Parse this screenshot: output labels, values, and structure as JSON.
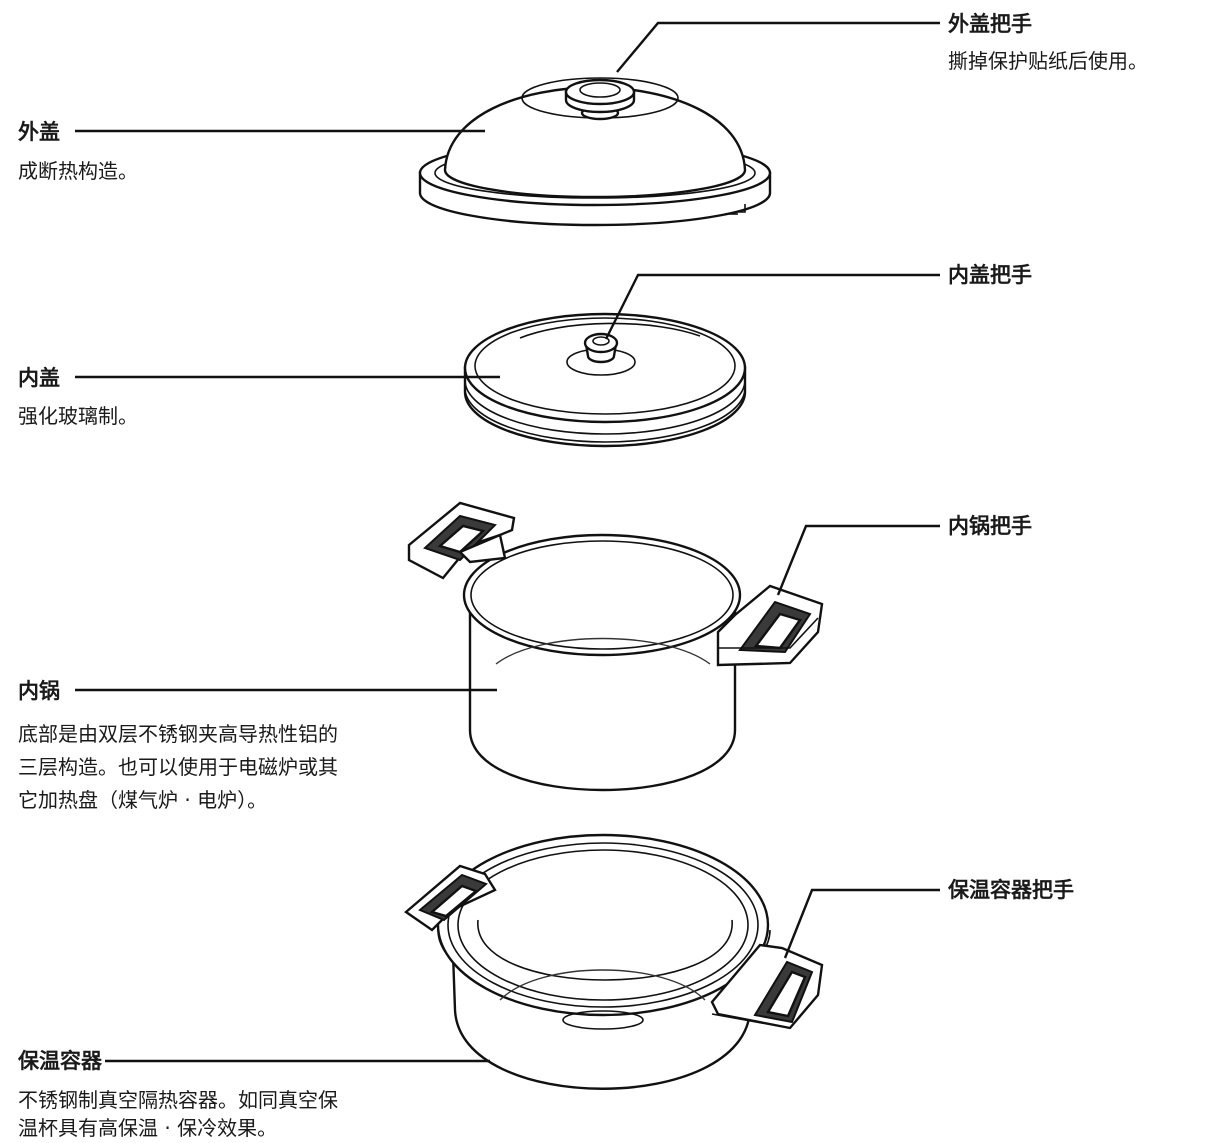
{
  "parts": {
    "outer_lid": {
      "label": "外盖",
      "desc": [
        "成断热构造。"
      ]
    },
    "outer_lid_handle": {
      "label": "外盖把手",
      "desc": [
        "撕掉保护贴纸后使用。"
      ]
    },
    "inner_lid": {
      "label": "内盖",
      "desc": [
        "强化玻璃制。"
      ]
    },
    "inner_lid_handle": {
      "label": "内盖把手"
    },
    "inner_pot_handle": {
      "label": "内锅把手"
    },
    "inner_pot": {
      "label": "内锅",
      "desc": [
        "底部是由双层不锈钢夹高导热性铝的",
        "三层构造。也可以使用于电磁炉或其",
        "它加热盘（煤气炉 · 电炉）。"
      ]
    },
    "container_handle": {
      "label": "保温容器把手"
    },
    "container": {
      "label": "保温容器",
      "desc": [
        "不锈钢制真空隔热容器。如同真空保",
        "温杯具有高保温 · 保冷效果。"
      ]
    }
  }
}
